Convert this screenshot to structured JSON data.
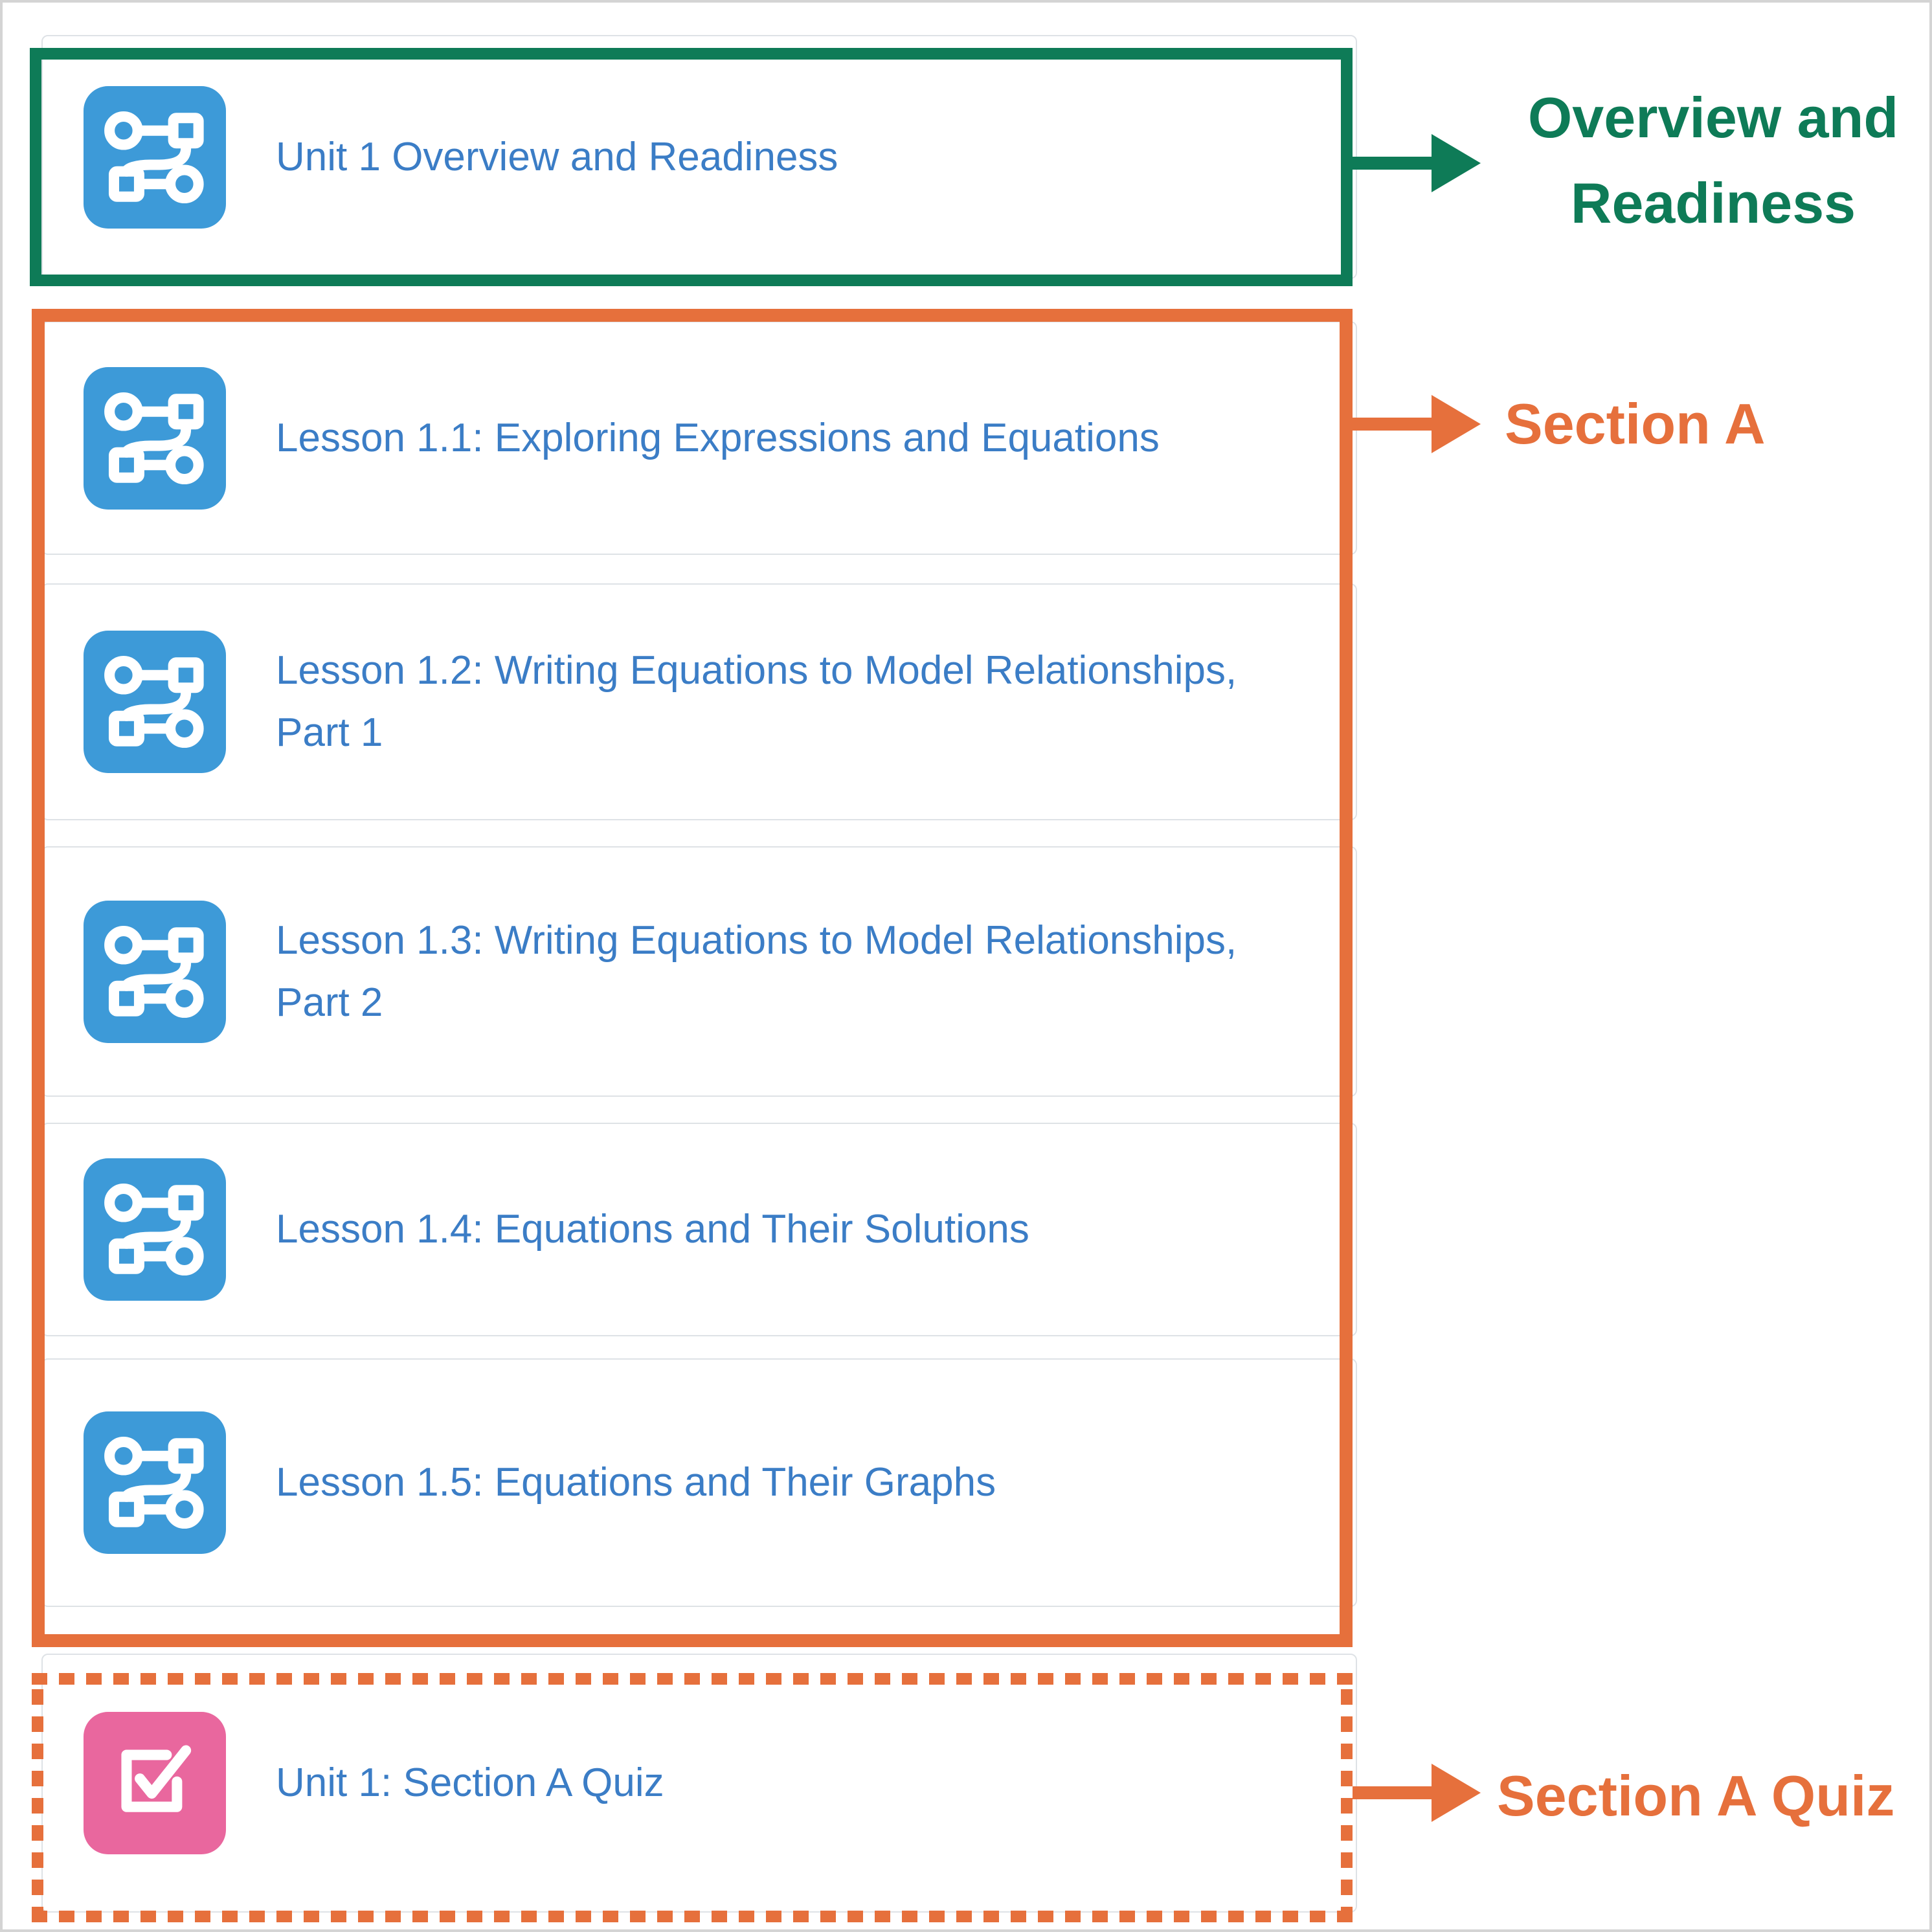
{
  "rows": [
    {
      "name": "unit-1-overview",
      "type": "lesson",
      "icon": "route-icon",
      "lines": [
        "Unit 1 Overview and Readiness"
      ]
    },
    {
      "name": "lesson-1-1",
      "type": "lesson",
      "icon": "route-icon",
      "lines": [
        "Lesson 1.1: Exploring Expressions and Equations"
      ]
    },
    {
      "name": "lesson-1-2",
      "type": "lesson",
      "icon": "route-icon",
      "lines": [
        "Lesson 1.2: Writing Equations to Model Relationships,",
        "Part 1"
      ]
    },
    {
      "name": "lesson-1-3",
      "type": "lesson",
      "icon": "route-icon",
      "lines": [
        "Lesson 1.3: Writing Equations to Model Relationships,",
        "Part 2"
      ]
    },
    {
      "name": "lesson-1-4",
      "type": "lesson",
      "icon": "route-icon",
      "lines": [
        "Lesson 1.4: Equations and Their Solutions"
      ]
    },
    {
      "name": "lesson-1-5",
      "type": "lesson",
      "icon": "route-icon",
      "lines": [
        "Lesson 1.5: Equations and Their Graphs"
      ]
    },
    {
      "name": "unit-1-section-a-quiz",
      "type": "quiz",
      "icon": "checkbox-check-icon",
      "lines": [
        "Unit 1: Section A Quiz"
      ]
    }
  ],
  "annotations": {
    "overview_label": "Overview and Readiness",
    "section_a_label": "Section A",
    "section_a_quiz_label": "Section A Quiz",
    "green_color": "#0e7b57",
    "orange_color": "#e6703c"
  },
  "colors": {
    "lesson_tile": "#3d9ad8",
    "quiz_tile": "#e9679e",
    "link_text": "#3b7dc6",
    "card_border": "#dee2e6"
  }
}
